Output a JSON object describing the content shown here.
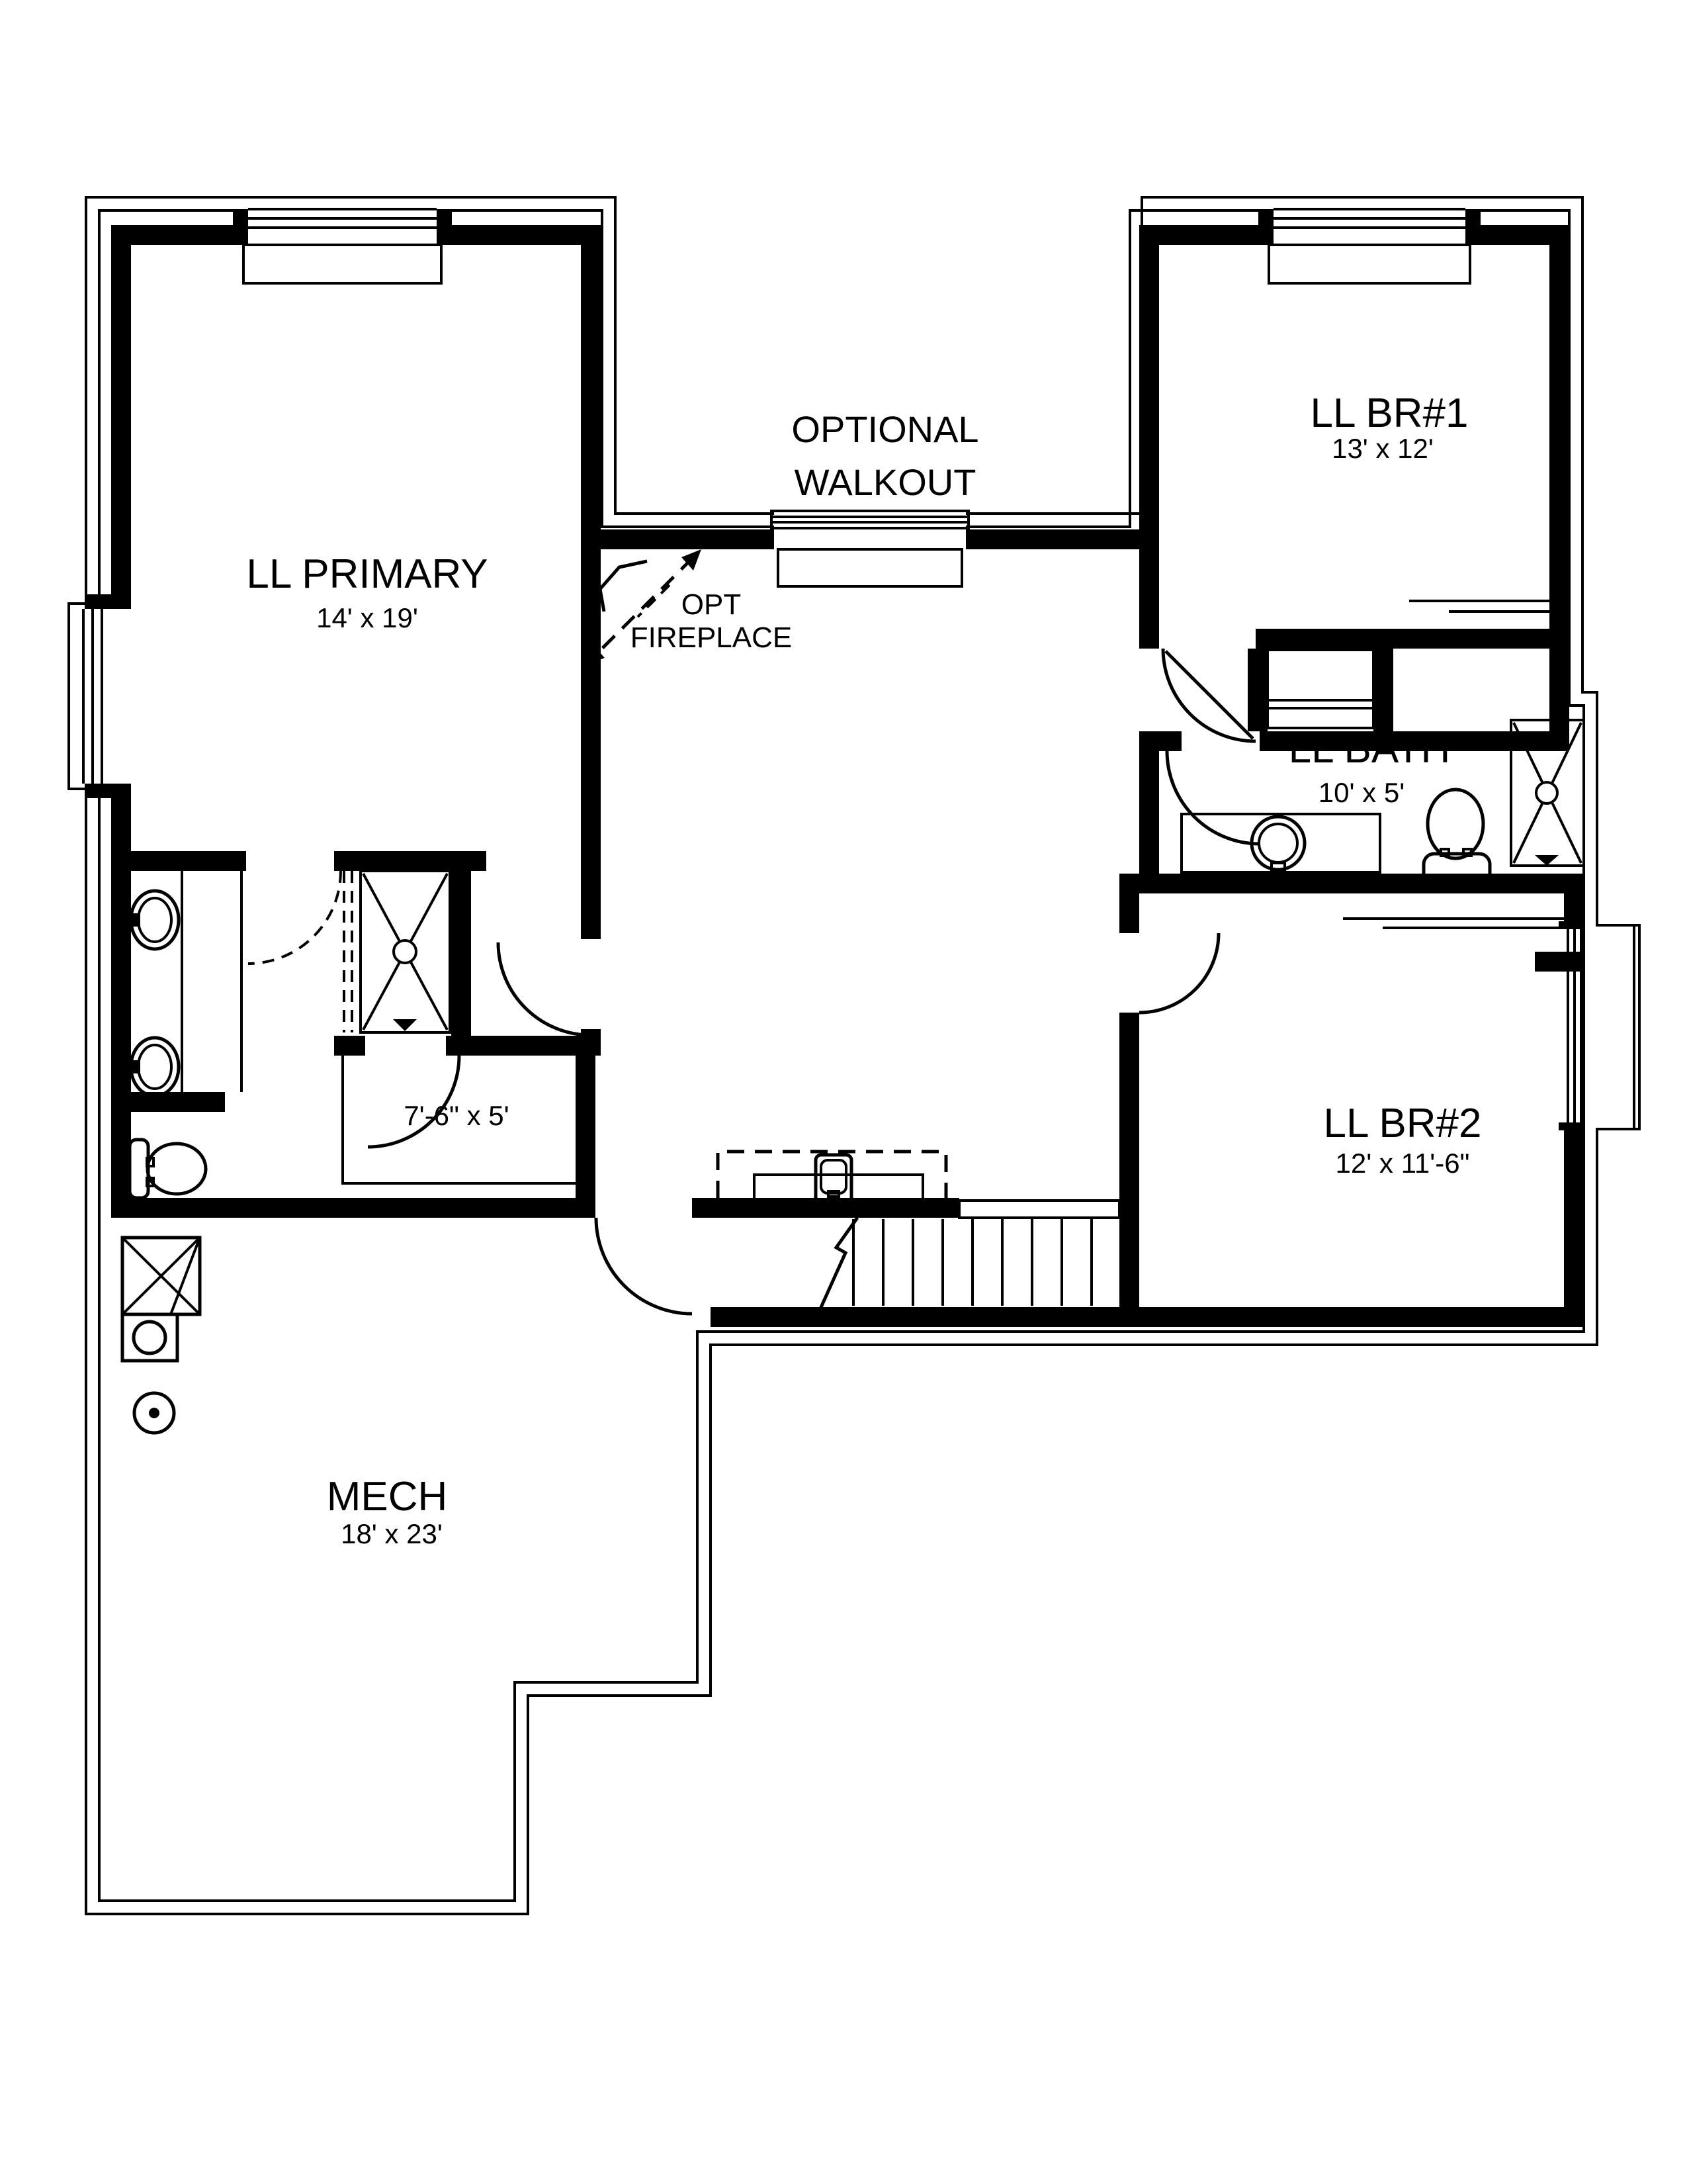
{
  "plan": {
    "background": "#ffffff",
    "line_color": "#000000",
    "rooms": {
      "primary": {
        "name": "LL PRIMARY",
        "dims": "14' x 19'"
      },
      "br1": {
        "name": "LL BR#1",
        "dims": "13' x 12'"
      },
      "bath": {
        "name": "LL BATH",
        "dims": "10' x 5'"
      },
      "br2": {
        "name": "LL BR#2",
        "dims": "12' x 11'-6\""
      },
      "mech": {
        "name": "MECH",
        "dims": "18' x 23'"
      },
      "closet": {
        "dims": "7'-6\" x 5'"
      }
    },
    "annotations": {
      "walkout_line1": "OPTIONAL",
      "walkout_line2": "WALKOUT",
      "fireplace_line1": "OPT",
      "fireplace_line2": "FIREPLACE"
    },
    "fixtures": [
      "double-vanity-sinks",
      "toilet",
      "shower",
      "walkout-sliding-door",
      "egress-window",
      "window",
      "stairs",
      "water-heater",
      "floor-drain",
      "wet-bar-sink",
      "optional-fireplace",
      "closet-shelves"
    ]
  }
}
